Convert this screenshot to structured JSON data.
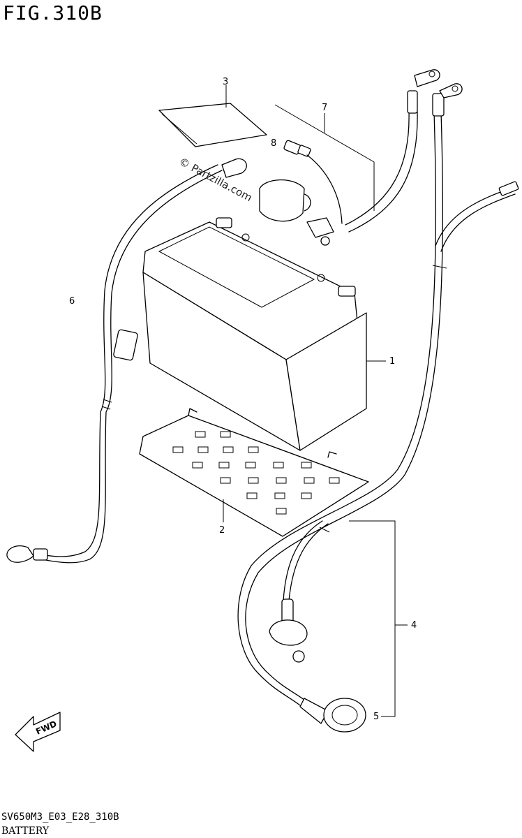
{
  "figure": {
    "title": "FIG.310B",
    "model_code": "SV650M3_E03_E28_310B",
    "name": "BATTERY"
  },
  "watermark": "© Partzilla.com",
  "fwd_arrow_label": "FWD",
  "callouts": [
    "1",
    "2",
    "3",
    "4",
    "5",
    "6",
    "7",
    "8"
  ],
  "parts": [
    {
      "ref": "1",
      "name": "battery"
    },
    {
      "ref": "2",
      "name": "battery tray"
    },
    {
      "ref": "3",
      "name": "label sheet"
    },
    {
      "ref": "4",
      "name": "starter motor lead wire"
    },
    {
      "ref": "5",
      "name": "terminal cap"
    },
    {
      "ref": "6",
      "name": "battery minus lead wire"
    },
    {
      "ref": "7",
      "name": "battery plus lead wire"
    },
    {
      "ref": "8",
      "name": "fuse / connector"
    }
  ]
}
